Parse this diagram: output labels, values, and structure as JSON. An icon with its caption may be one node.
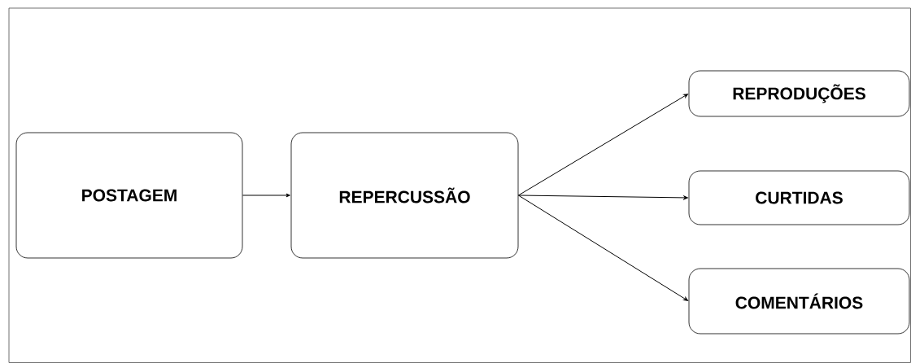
{
  "diagram": {
    "nodes": [
      {
        "text": [
          "POSTAGEM"
        ]
      },
      {
        "text": [
          "REPERCUSSÃO"
        ]
      },
      {
        "text": [
          "REPRODUÇÕES"
        ]
      },
      {
        "text": [
          "CURTIDAS"
        ]
      },
      {
        "text": [
          "COMENTÁRIOS"
        ]
      }
    ],
    "edges": [
      {
        "from": 0,
        "to": 1,
        "arrow": "to"
      },
      {
        "from": 1,
        "to": 2,
        "arrow": "to"
      },
      {
        "from": 1,
        "to": 3,
        "arrow": "to"
      },
      {
        "from": 1,
        "to": 4,
        "arrow": "to"
      }
    ]
  }
}
